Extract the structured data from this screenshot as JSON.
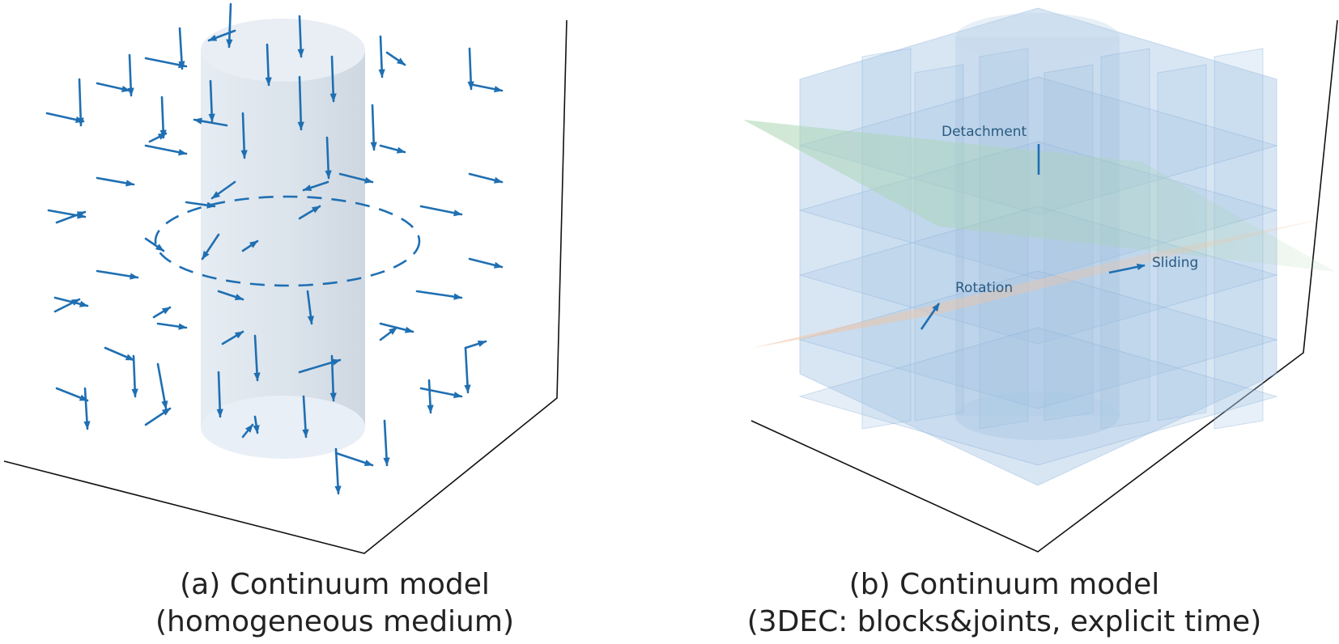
{
  "panels": {
    "left": {
      "caption_line1": "(a) Continuum model",
      "caption_line2": "(homogeneous medium)"
    },
    "right": {
      "caption_line1": "(b) Continuum model",
      "caption_line2": "(3DEC: blocks&joints, explicit time)",
      "labels": {
        "detachment": "Detachment",
        "sliding": "Sliding",
        "rotation": "Rotation"
      }
    }
  },
  "colors": {
    "arrow": "#1f6fb2",
    "cylinder": "#d6dfe8",
    "block": "#a9c8e6",
    "axis": "#111111",
    "joint_green": "#9fcfa8",
    "joint_orange": "#f3c9a8"
  },
  "icons": {
    "arrow": "vector-arrow-icon"
  }
}
